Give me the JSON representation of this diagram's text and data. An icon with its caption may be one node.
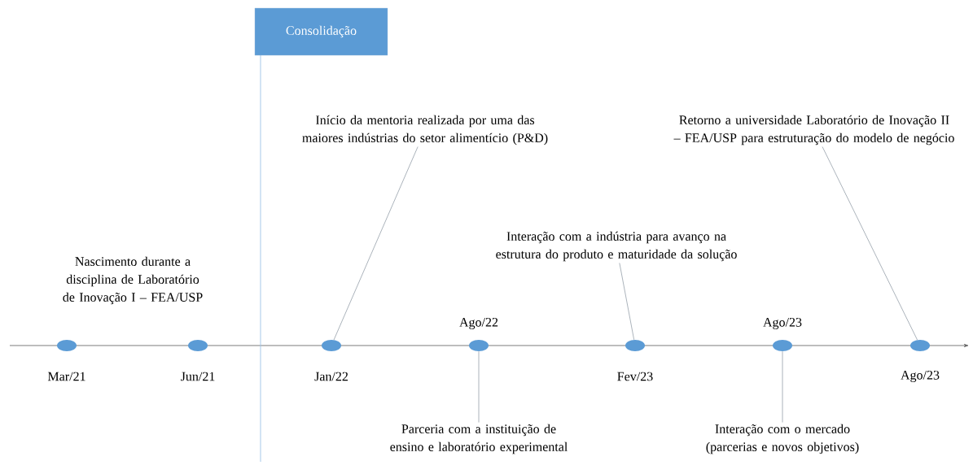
{
  "diagram": {
    "nodes": [
      {
        "text": [
          "Consolidação"
        ]
      },
      {
        "text": [
          "Início da mentoria realizada por uma das maiores indústrias do setor alimentício (P&D)"
        ]
      },
      {
        "text": [
          "Retorno a universidade Laboratório de Inovação II – FEA/USP para estruturação do modelo de negócio"
        ]
      },
      {
        "text": [
          "Interação com a indústria para avanço na estrutura do produto e maturidade da solução"
        ]
      },
      {
        "text": [],
        "shape": "circle",
        "beside": [
          "Mar/21"
        ]
      },
      {
        "text": [],
        "shape": "circle",
        "beside": [
          "Jun/21"
        ]
      },
      {
        "text": [],
        "shape": "circle",
        "beside": [
          "Jan/22"
        ]
      },
      {
        "text": [],
        "shape": "circle",
        "beside": [
          "Ago/22"
        ]
      },
      {
        "text": [],
        "shape": "circle",
        "beside": [
          "Fev/23"
        ]
      },
      {
        "text": [],
        "shape": "circle",
        "beside": [
          "Ago/23"
        ]
      },
      {
        "text": [],
        "shape": "circle",
        "beside": [
          "Ago/23"
        ]
      },
      {
        "text": [
          "Parceria com a instituição de ensino e laboratório experimental"
        ]
      },
      {
        "text": [
          "Interação com o mercado (parcerias e novos objetivos)"
        ]
      }
    ],
    "edges": [
      {
        "from": 1,
        "to": 6,
        "arrow": "none"
      },
      {
        "from": 11,
        "to": 7,
        "arrow": "none"
      },
      {
        "from": 3,
        "to": 8,
        "arrow": "none"
      },
      {
        "from": 12,
        "to": 9,
        "arrow": "none"
      },
      {
        "from": 2,
        "to": 10,
        "arrow": "none"
      }
    ],
    "labels": [
      "Nascimento durante a disciplina de Laboratório de Inovação I – FEA/USP"
    ]
  }
}
